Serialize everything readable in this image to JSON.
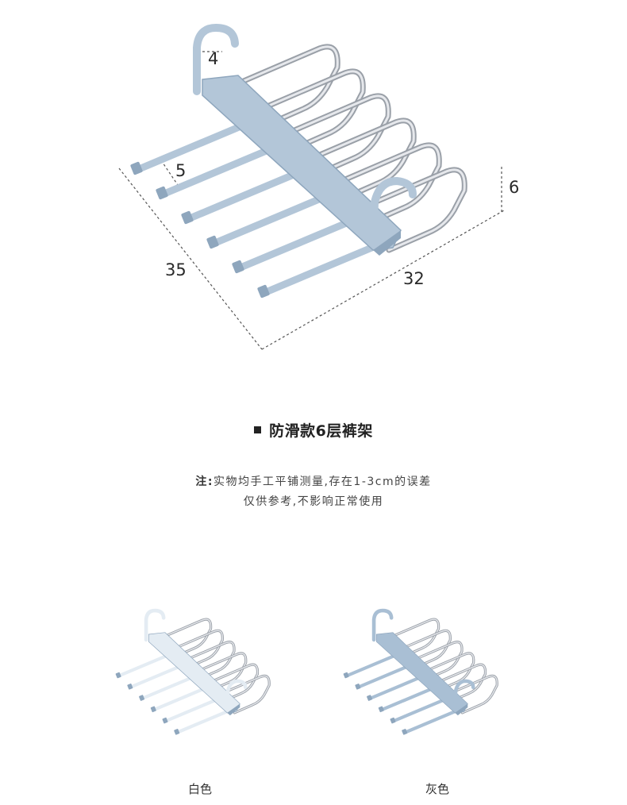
{
  "dimensions": {
    "hook_width": "4",
    "rod_spacing": "5",
    "height": "6",
    "length": "35",
    "width": "32"
  },
  "product": {
    "title": "防滑款6层裤架"
  },
  "note": {
    "label": "注:",
    "line1": "实物均手工平铺测量,存在1-3cm的误差",
    "line2": "仅供参考,不影响正常使用"
  },
  "variants": [
    {
      "label": "白色",
      "color": "#e4ecf3"
    },
    {
      "label": "灰色",
      "color": "#a9bfd4"
    }
  ],
  "colors": {
    "plastic_main": "#b3c6d8",
    "plastic_dark": "#8ea6bd",
    "metal": "#9aa0a8",
    "metal_light": "#e6e8ec"
  }
}
